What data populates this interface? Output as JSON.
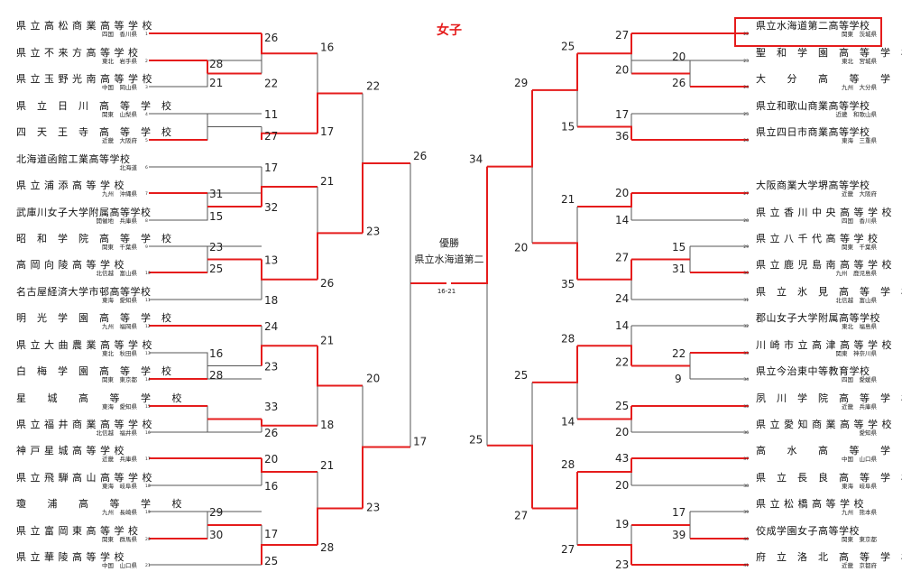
{
  "title": "女子",
  "champion": {
    "label": "優勝",
    "team": "県立水海道第二",
    "score": "16-21"
  },
  "colors": {
    "win": "#e51c1c",
    "line": "#555555",
    "title": "#e51c1c",
    "highlight_border": "#e51c1c"
  },
  "left": {
    "teams": [
      {
        "n": "1",
        "name": "県 立 高 松 商 業 高 等 学 校",
        "region": "四国　香川県"
      },
      {
        "n": "2",
        "name": "県 立 不 来 方 高 等 学 校",
        "region": "東北　岩手県"
      },
      {
        "n": "3",
        "name": "県 立 玉 野 光 南 高 等 学 校",
        "region": "中国　岡山県"
      },
      {
        "n": "4",
        "name": "県　立　日　川　高　等　学　校",
        "region": "関東　山梨県"
      },
      {
        "n": "5",
        "name": "四　天　王　寺　高　等　学　校",
        "region": "近畿　大阪府"
      },
      {
        "n": "6",
        "name": "北海道函館工業高等学校",
        "region": "北海道"
      },
      {
        "n": "7",
        "name": "県 立 浦 添 高 等 学 校",
        "region": "九州　沖縄県"
      },
      {
        "n": "8",
        "name": "武庫川女子大学附属高等学校",
        "region": "開催地　兵庫県"
      },
      {
        "n": "9",
        "name": "昭　和　学　院　高　等　学　校",
        "region": "関東　千葉県"
      },
      {
        "n": "10",
        "name": "高 岡 向 陵 高 等 学 校",
        "region": "北信越　富山県"
      },
      {
        "n": "11",
        "name": "名古屋経済大学市邨高等学校",
        "region": "東海　愛知県"
      },
      {
        "n": "12",
        "name": "明　光　学　園　高　等　学　校",
        "region": "九州　福岡県"
      },
      {
        "n": "13",
        "name": "県 立 大 曲 農 業 高 等 学 校",
        "region": "東北　秋田県"
      },
      {
        "n": "14",
        "name": "白　梅　学　園　高　等　学　校",
        "region": "関東　東京都"
      },
      {
        "n": "15",
        "name": "星　　城　　高　　等　　学　　校",
        "region": "東海　愛知県"
      },
      {
        "n": "16",
        "name": "県 立 福 井 商 業 高 等 学 校",
        "region": "北信越　福井県"
      },
      {
        "n": "17",
        "name": "神 戸 星 城 高 等 学 校",
        "region": "近畿　兵庫県"
      },
      {
        "n": "18",
        "name": "県 立 飛 騨 高 山 高 等 学 校",
        "region": "東海　岐阜県"
      },
      {
        "n": "19",
        "name": "瓊　　浦　　高　　等　　学　　校",
        "region": "九州　長崎県"
      },
      {
        "n": "20",
        "name": "県 立 富 岡 東 高 等 学 校",
        "region": "関東　群馬県"
      },
      {
        "n": "21",
        "name": "県 立 華 陵 高 等 学 校",
        "region": "中国　山口県"
      }
    ],
    "scores": {
      "r1_1": "26",
      "r1_2a": "28",
      "r1_2b": "22",
      "r1_3": "21",
      "r1_4": "11",
      "r1_5": "27",
      "r1_6": "17",
      "r1_7a": "31",
      "r1_7b": "32",
      "r1_8": "15",
      "r1_9": "23",
      "r1_10a": "25",
      "r1_10b": "13",
      "r1_11": "18",
      "r1_12": "24",
      "r1_13a": "16",
      "r1_13b": "23",
      "r1_14": "28",
      "r1_15": "33",
      "r1_16": "26",
      "r1_17": "20",
      "r1_18": "16",
      "r1_19": "29",
      "r1_20a": "30",
      "r1_20b": "17",
      "r1_21": "25",
      "r2_a": "16",
      "r2_b": "17",
      "r2_c": "21",
      "r2_d": "26",
      "r2_e": "21",
      "r2_f": "18",
      "r2_g": "21",
      "r2_h": "28",
      "r3_a": "22",
      "r3_b": "23",
      "r3_c": "20",
      "r3_d": "23",
      "r4_a": "26",
      "r4_b": "17"
    }
  },
  "right": {
    "teams": [
      {
        "n": "22",
        "name": "県立水海道第二高等学校",
        "region": "関東　茨城県"
      },
      {
        "n": "23",
        "name": "聖　和　学　園　高　等　学　校",
        "region": "東北　宮城県"
      },
      {
        "n": "24",
        "name": "大　　分　　高　　等　　学　　校",
        "region": "九州　大分県"
      },
      {
        "n": "25",
        "name": "県立和歌山商業高等学校",
        "region": "近畿　和歌山県"
      },
      {
        "n": "26",
        "name": "県立四日市商業高等学校",
        "region": "東海　三重県"
      },
      {
        "n": "27",
        "name": "大阪商業大学堺高等学校",
        "region": "近畿　大阪府"
      },
      {
        "n": "28",
        "name": "県 立 香 川 中 央 高 等 学 校",
        "region": "四国　香川県"
      },
      {
        "n": "29",
        "name": "県 立 八 千 代 高 等 学 校",
        "region": "関東　千葉県"
      },
      {
        "n": "30",
        "name": "県 立 鹿 児 島 南 高 等 学 校",
        "region": "九州　鹿児島県"
      },
      {
        "n": "31",
        "name": "県　立　氷　見　高　等　学　校",
        "region": "北信越　富山県"
      },
      {
        "n": "32",
        "name": "郡山女子大学附属高等学校",
        "region": "東北　福島県"
      },
      {
        "n": "33",
        "name": "川 崎 市 立 高 津 高 等 学 校",
        "region": "関東　神奈川県"
      },
      {
        "n": "34",
        "name": "県立今治東中等教育学校",
        "region": "四国　愛媛県"
      },
      {
        "n": "35",
        "name": "夙　川　学　院　高　等　学　校",
        "region": "近畿　兵庫県"
      },
      {
        "n": "36",
        "name": "県 立 愛 知 商 業 高 等 学 校",
        "region": "愛知県"
      },
      {
        "n": "37",
        "name": "高　　水　　高　　等　　学　　校",
        "region": "中国　山口県"
      },
      {
        "n": "38",
        "name": "県　立　長　良　高　等　学　校",
        "region": "東海　岐阜県"
      },
      {
        "n": "39",
        "name": "県 立 松 橋 高 等 学 校",
        "region": "九州　熊本県"
      },
      {
        "n": "40",
        "name": "佼成学園女子高等学校",
        "region": "関東　東京都"
      },
      {
        "n": "41",
        "name": "府　立　洛　北　高　等　学　校",
        "region": "近畿　京都府"
      }
    ],
    "scores": {
      "r1_22": "27",
      "r1_23": "20",
      "r1_23b": "20",
      "r1_24": "26",
      "r1_25": "17",
      "r1_26": "36",
      "r1_27": "20",
      "r1_28": "14",
      "r1_29": "15",
      "r1_30": "31",
      "r1_30b": "27",
      "r1_31": "24",
      "r1_32": "14",
      "r1_33": "22",
      "r1_33b": "22",
      "r1_34": "9",
      "r1_35": "25",
      "r1_36": "20",
      "r1_37": "43",
      "r1_38": "20",
      "r1_39": "17",
      "r1_40": "39",
      "r1_40b": "19",
      "r1_41": "23",
      "r2_a": "25",
      "r2_b": "15",
      "r2_c": "21",
      "r2_d": "35",
      "r2_e": "28",
      "r2_f": "14",
      "r2_g": "28",
      "r2_h": "27",
      "r3_a": "29",
      "r3_b": "20",
      "r3_c": "25",
      "r3_d": "27",
      "r4_a": "34",
      "r4_b": "25"
    }
  }
}
